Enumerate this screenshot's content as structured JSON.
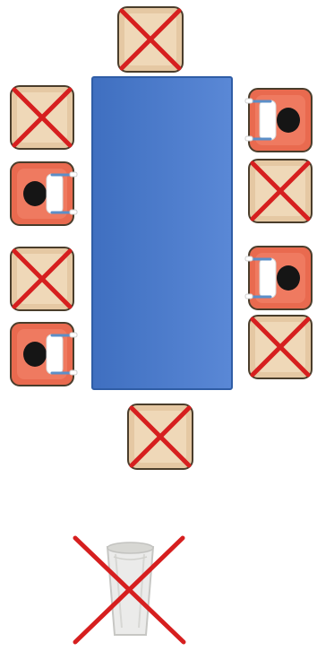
{
  "diagram": {
    "description_visible_text": "",
    "legend": "",
    "table": {
      "shape": "rectangle",
      "color": "#4f7fd0"
    },
    "seats": [
      {
        "position": "top-head",
        "status": "unavailable"
      },
      {
        "position": "left-1",
        "status": "unavailable"
      },
      {
        "position": "left-2",
        "status": "occupied"
      },
      {
        "position": "left-3",
        "status": "unavailable"
      },
      {
        "position": "left-4",
        "status": "occupied"
      },
      {
        "position": "right-1",
        "status": "occupied"
      },
      {
        "position": "right-2",
        "status": "unavailable"
      },
      {
        "position": "right-3",
        "status": "occupied"
      },
      {
        "position": "right-4",
        "status": "unavailable"
      },
      {
        "position": "bottom-head",
        "status": "unavailable"
      }
    ],
    "extra_item": {
      "type": "trash-can",
      "status": "unavailable"
    },
    "colors": {
      "chair_unavailable": "#e5c8a3",
      "chair_occupied": "#e96a4f",
      "cross": "#d61f1f",
      "person_head": "#151515",
      "person_body": "#ffffff",
      "person_arm": "#5b8fc8"
    }
  }
}
